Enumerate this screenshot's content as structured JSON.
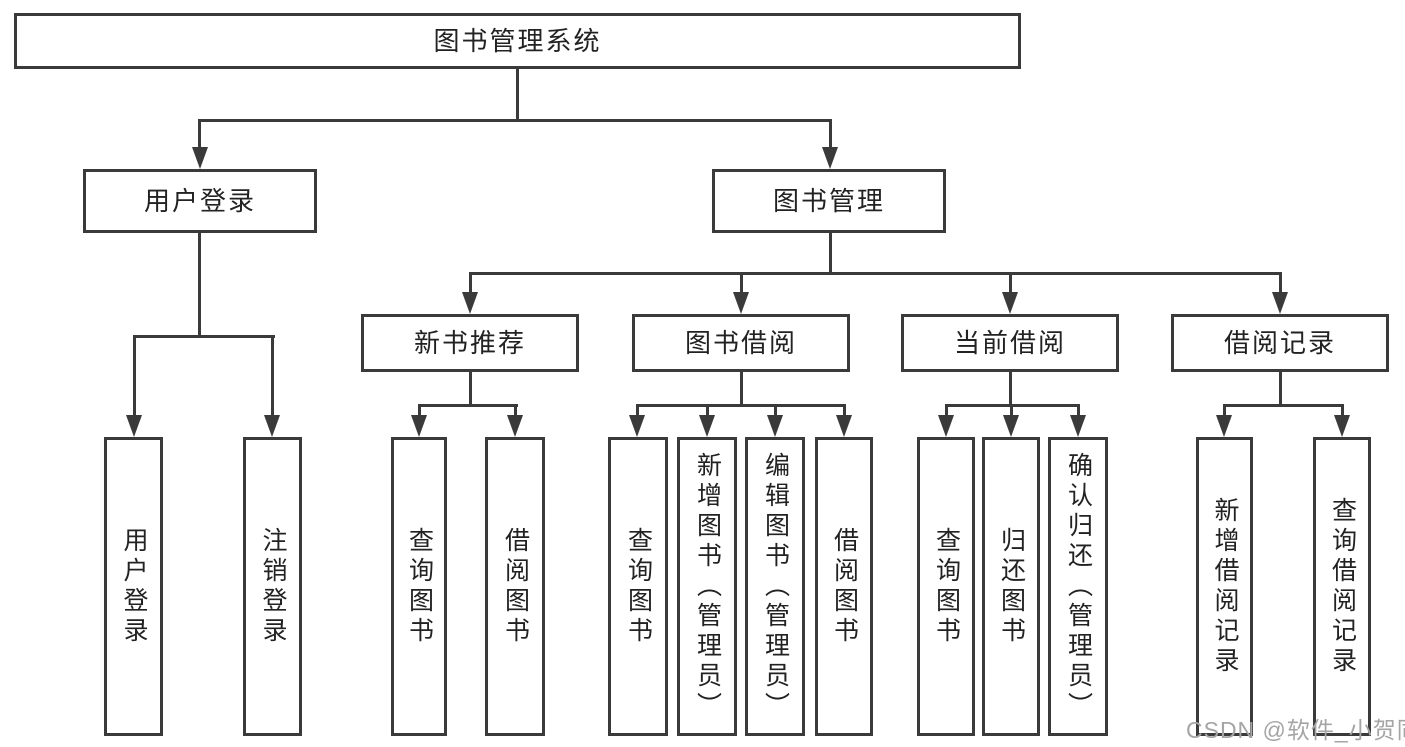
{
  "diagram": {
    "root": {
      "label": "图书管理系统"
    },
    "level2": [
      {
        "label": "用户登录",
        "parent": "图书管理系统"
      },
      {
        "label": "图书管理",
        "parent": "图书管理系统"
      }
    ],
    "level3": [
      {
        "label": "新书推荐",
        "parent": "图书管理"
      },
      {
        "label": "图书借阅",
        "parent": "图书管理"
      },
      {
        "label": "当前借阅",
        "parent": "图书管理"
      },
      {
        "label": "借阅记录",
        "parent": "图书管理"
      }
    ],
    "leaves": [
      {
        "label": "用户登录",
        "parent": "用户登录"
      },
      {
        "label": "注销登录",
        "parent": "用户登录"
      },
      {
        "label": "查询图书",
        "parent": "新书推荐"
      },
      {
        "label": "借阅图书",
        "parent": "新书推荐"
      },
      {
        "label": "查询图书",
        "parent": "图书借阅"
      },
      {
        "label": "新增图书（管理员）",
        "parent": "图书借阅"
      },
      {
        "label": "编辑图书（管理员）",
        "parent": "图书借阅"
      },
      {
        "label": "借阅图书",
        "parent": "图书借阅"
      },
      {
        "label": "查询图书",
        "parent": "当前借阅"
      },
      {
        "label": "归还图书",
        "parent": "当前借阅"
      },
      {
        "label": "确认归还（管理员）",
        "parent": "当前借阅"
      },
      {
        "label": "新增借阅记录",
        "parent": "借阅记录"
      },
      {
        "label": "查询借阅记录",
        "parent": "借阅记录"
      }
    ],
    "watermark": {
      "text": "CSDN @软件_小贺同学",
      "color": "#a5a5a5"
    },
    "colors": {
      "line": "#3a3a3a",
      "text": "#222222",
      "background": "#ffffff"
    }
  }
}
